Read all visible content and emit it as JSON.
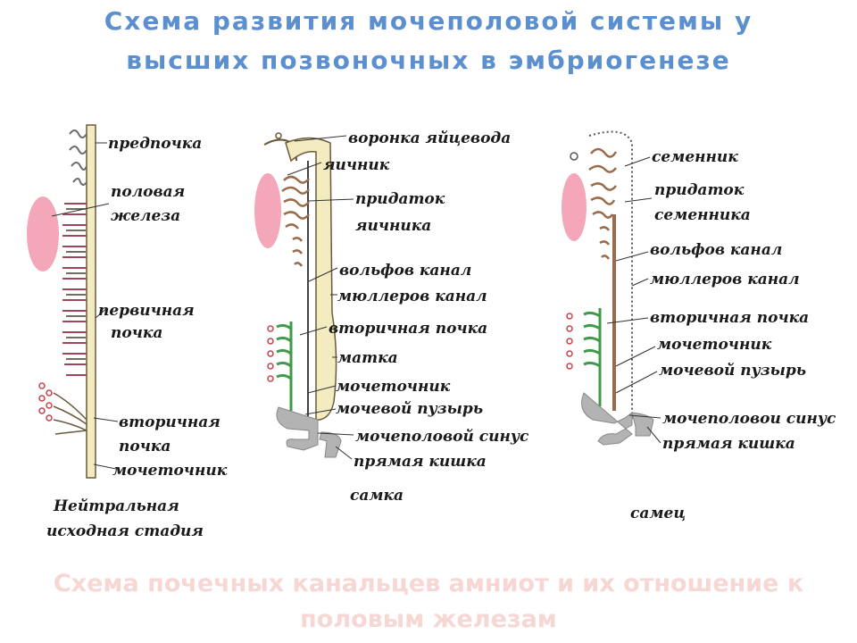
{
  "title": {
    "line1": "Схема развития мочеполовой системы у",
    "line2": "высших позвоночных в эмбриогенезе"
  },
  "subtitle": {
    "line1": "Схема почечных канальцев амниот и их отношение к",
    "line2": "половым железам"
  },
  "neutral": {
    "predpochka": "предпочка",
    "gland_1": "половая",
    "gland_2": "железа",
    "primary_1": "первичная",
    "primary_2": "почка",
    "secondary_1": "вторичная",
    "secondary_2": "почка",
    "ureter": "мочеточник",
    "caption_1": "Нейтральная",
    "caption_2": "исходная стадия"
  },
  "female": {
    "funnel": "воронка яйцевода",
    "ovary": "яичник",
    "appendage_1": "придаток",
    "appendage_2": "яичника",
    "wolff": "вольфов канал",
    "muller": "мюллеров канал",
    "secondary": "вторичная почка",
    "uterus": "матка",
    "ureter": "мочеточник",
    "bladder": "мочевой пузырь",
    "sinus": "мочеполовой синус",
    "rectum": "прямая кишка",
    "caption": "самка"
  },
  "male": {
    "testis": "семенник",
    "appendage_1": "придаток",
    "appendage_2": "семенника",
    "wolff": "вольфов канал",
    "muller": "мюллеров канал",
    "secondary": "вторичная почка",
    "ureter": "мочеточник",
    "bladder": "мочевой пузырь",
    "sinus": "мочеполовои синус",
    "rectum": "прямая кишка",
    "caption": "самец"
  },
  "colors": {
    "title": "#5b8fd0",
    "subtitle": "#f6d7d4",
    "gonad": "#f4a7b9",
    "duct": "#f2ecc0",
    "tubule": "#b58b6b",
    "kidney_green": "#3f9a4a",
    "glomerulus_red": "#c8414b",
    "sinus_gray": "#b3b3b3"
  }
}
